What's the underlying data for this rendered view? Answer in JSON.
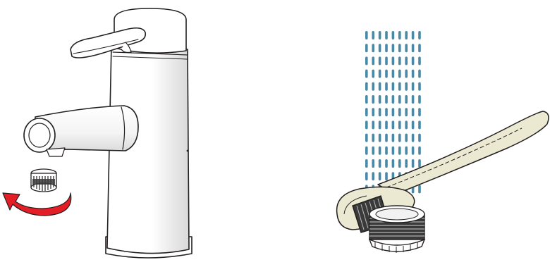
{
  "illustration": {
    "panels": [
      {
        "id": "remove-aerator",
        "parts": [
          "faucet",
          "aerator",
          "unscrew-arrow"
        ]
      },
      {
        "id": "clean-aerator",
        "parts": [
          "water-stream",
          "aerator",
          "cleaning-spoon"
        ]
      }
    ],
    "colors": {
      "outline": "#231f20",
      "faucet_fill": "#ffffff",
      "faucet_shade": "#e6e6e6",
      "arrow": "#e41e26",
      "water": "#4a89a6",
      "spoon": "#ece9d2",
      "aerator_dark": "#3a3a3a"
    },
    "water_stream": {
      "columns": 9,
      "rows": 13
    }
  }
}
